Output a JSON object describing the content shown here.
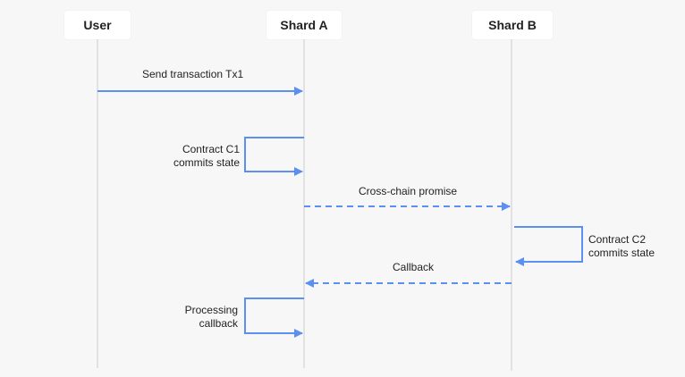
{
  "participants": {
    "user": "User",
    "shard_a": "Shard A",
    "shard_b": "Shard B"
  },
  "messages": {
    "send_tx": "Send transaction Tx1",
    "c1_line1": "Contract C1",
    "c1_line2": "commits state",
    "promise": "Cross-chain promise",
    "c2_line1": "Contract C2",
    "c2_line2": "commits state",
    "callback": "Callback",
    "proc_line1": "Processing",
    "proc_line2": "callback"
  },
  "colors": {
    "arrow": "#5b8ff0",
    "lifeline": "#cccccc",
    "background": "#f7f7f7"
  }
}
